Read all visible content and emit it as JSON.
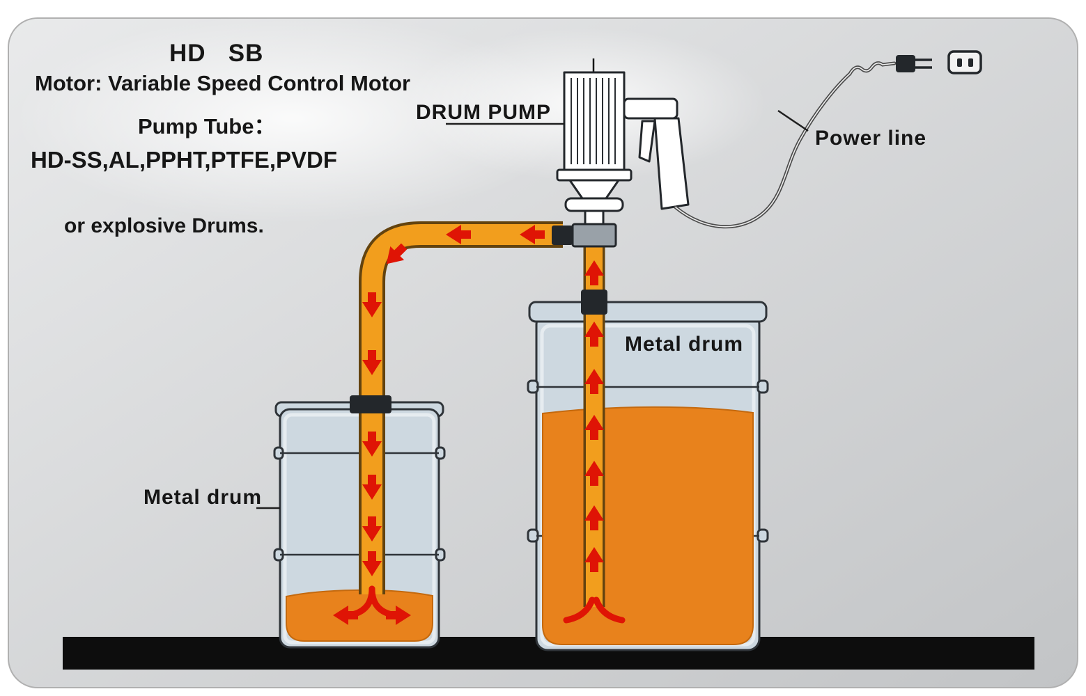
{
  "colors": {
    "panel_light": "#e9eaeb",
    "panel_dark": "#c2c4c6",
    "ink": "#161616",
    "floor": "#0d0d0d",
    "drum": "#cdd8e0",
    "drum_edge": "#2f3439",
    "liquid": "#e8821c",
    "tube": "#f29e1d",
    "tube_edge": "#63430f",
    "arrow": "#df1405",
    "metal_dark": "#23272b",
    "metal_gray": "#99a1a8",
    "cord": "#4c4c4c"
  },
  "labels": {
    "title": "HD   SB",
    "motor_spec": "Motor: Variable Speed Control Motor",
    "pump_tube": "Pump Tube：",
    "pump_tube_materials": "HD-SS,AL,PPHT,PTFE,PVDF",
    "explosive_note": "or explosive Drums.",
    "drum_pump": "DRUM PUMP",
    "power_line": "Power line",
    "metal_drum_right": "Metal drum",
    "metal_drum_left": "Metal drum"
  }
}
